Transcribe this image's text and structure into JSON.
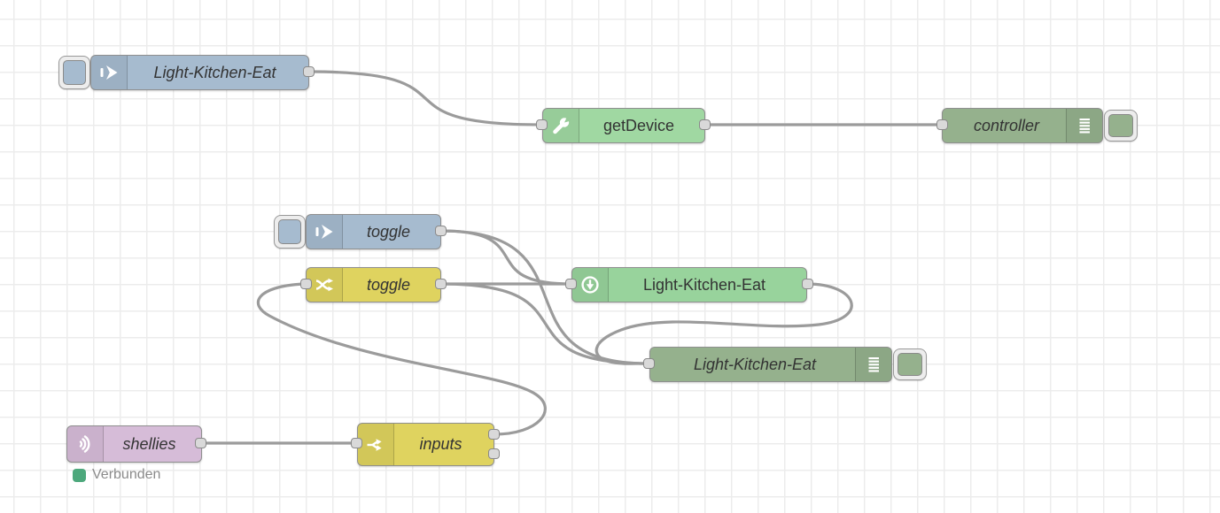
{
  "flow": {
    "nodes": [
      {
        "label": "Light-Kitchen-Eat",
        "icon": "inject-arrow-icon",
        "color": "#a6bbcf",
        "italic": true,
        "has_button": true
      },
      {
        "label": "getDevice",
        "icon": "wrench-icon",
        "color": "#a0d8a2",
        "italic": false
      },
      {
        "label": "controller",
        "icon": "list-lines-icon",
        "color": "#95b18d",
        "italic": true,
        "has_button": true
      },
      {
        "label": "toggle",
        "icon": "inject-arrow-icon",
        "color": "#a6bbcf",
        "italic": true,
        "has_button": true
      },
      {
        "label": "toggle",
        "icon": "shuffle-icon",
        "color": "#dfd35f",
        "italic": true
      },
      {
        "label": "Light-Kitchen-Eat",
        "icon": "circle-down-arrow-icon",
        "color": "#98d39c",
        "italic": false
      },
      {
        "label": "Light-Kitchen-Eat",
        "icon": "list-lines-icon",
        "color": "#95b18d",
        "italic": true,
        "has_button": true
      },
      {
        "label": "shellies",
        "icon": "broadcast-icon",
        "color": "#d6bcd8",
        "italic": true,
        "status": {
          "text": "Verbunden",
          "color": "#4da87c"
        }
      },
      {
        "label": "inputs",
        "icon": "switch-fork-icon",
        "color": "#dfd35f",
        "italic": true,
        "outputs": 2
      }
    ],
    "wires": [
      {
        "from": "Light-Kitchen-Eat (inject)",
        "to": "getDevice"
      },
      {
        "from": "getDevice",
        "to": "controller"
      },
      {
        "from": "toggle (inject)",
        "to": "Light-Kitchen-Eat (get)"
      },
      {
        "from": "toggle (inject)",
        "to": "Light-Kitchen-Eat (out)"
      },
      {
        "from": "toggle (change)",
        "to": "Light-Kitchen-Eat (get)"
      },
      {
        "from": "toggle (change)",
        "to": "Light-Kitchen-Eat (out)"
      },
      {
        "from": "Light-Kitchen-Eat (get)",
        "to": "Light-Kitchen-Eat (out)"
      },
      {
        "from": "shellies",
        "to": "inputs"
      },
      {
        "from": "inputs (output 1)",
        "to": "toggle (change)"
      }
    ],
    "workspace_colors": {
      "background": "#ffffff",
      "grid": "#ececec",
      "wire": "#9b9b9b",
      "port": "#d9d9d9",
      "label": "#333333",
      "status_dot": "#4da87c"
    }
  }
}
